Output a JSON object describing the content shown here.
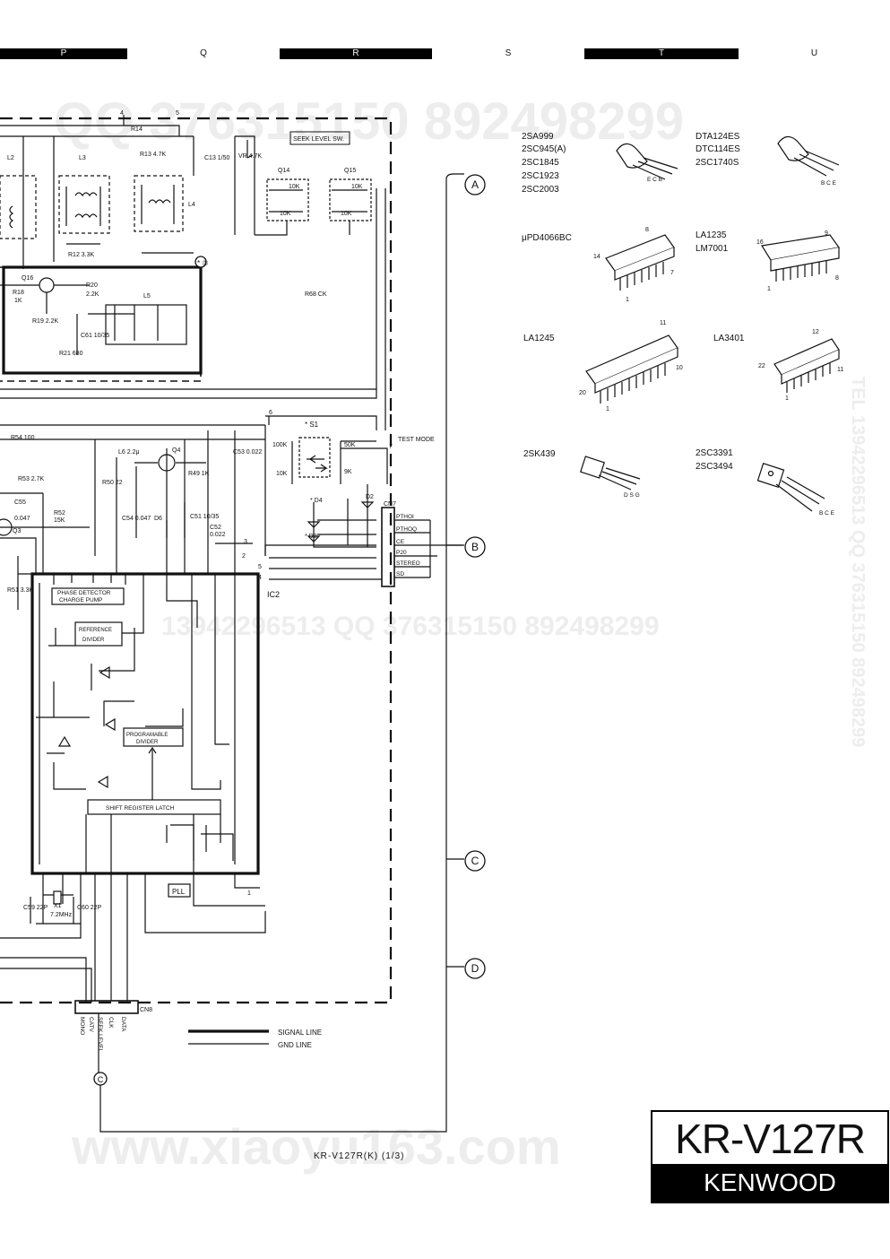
{
  "watermarks": {
    "top": "QQ 376315150  892498299",
    "middle": "13942296513  QQ 376315150 892498299",
    "bottom": "www.xiaoyu163.com",
    "vertical": "TEL 13942296513  QQ 376315150  892498299"
  },
  "column_letters": [
    "P",
    "Q",
    "R",
    "S",
    "T",
    "U"
  ],
  "labels": {
    "seek_level_sw": "SEEK LEVEL SW.",
    "test_mode": "TEST MODE",
    "ic2": "IC2",
    "pll": "PLL",
    "phase_detector": "PHASE DETECTOR",
    "charge_pump": "CHARGE PUMP",
    "reference": "REFERENCE",
    "divider": "DIVIDER",
    "programable": "PROGRAMABLE",
    "prog_divider": "DIVIDER",
    "shift_register": "SHIFT REGISTER LATCH",
    "cn7": "CN7",
    "cn8": "CN8",
    "q14": "Q14",
    "q15": "Q15",
    "q16": "Q16",
    "q4": "Q4",
    "q3": "Q3",
    "l2": "L2",
    "l3": "L3",
    "l4": "L4",
    "l5": "L5",
    "r14": "R14",
    "r13": "R13 4.7K",
    "r12": "R12  3.3K",
    "r18": "R18",
    "r18v": "1K",
    "r20": "R20",
    "r20v": "2.2K",
    "r19": "R19 2.2K",
    "r21": "R21 680",
    "r68": "R68 CK",
    "r54": "R54 100",
    "r53": "R53 2.7K",
    "r52": "R52",
    "r52v": "15K",
    "r50": "R50 22",
    "r49": "R49 1K",
    "r51": "R51 3.3K",
    "c13": "C13 1/50",
    "c61": "C61 10/35",
    "c53": "C53 0.022",
    "c55": "C55",
    "c55v": "0.047",
    "c54": "C54 0.047",
    "c51": "C51 10/35",
    "c52": "C52",
    "c52v": "0.022",
    "c59": "C59 22P",
    "c60": "C60 22P",
    "l6": "L6 2.2μ",
    "d6": "D6",
    "vr": "VR 4.7K",
    "k10a": "10K",
    "k10b": "10K",
    "k10c": "10K",
    "k10d": "10K",
    "s1": "* S1",
    "k100": "100K",
    "k10e": "10K",
    "k50": "50K",
    "k9": "9K",
    "d4": "* D4",
    "d3": "* D3",
    "d2": "D2",
    "x1": "X1",
    "x1v": "7.2MHz",
    "ci": "* ①",
    "cn7_pins": [
      "PTHOI",
      "PTHOQ",
      "CE",
      "P20",
      "STEREO",
      "SD"
    ],
    "cn8_pins": [
      "MONO",
      "CATV",
      "SEEK LEVEL",
      "CLK",
      "DATA"
    ],
    "signal_line": "SIGNAL LINE",
    "gnd_line": "GND LINE",
    "node_a": "A",
    "node_b": "B",
    "node_c": "C",
    "node_d": "D",
    "nums": [
      "4",
      "5",
      "6",
      "7",
      "3",
      "1",
      "2",
      "5",
      "4",
      "1",
      "2"
    ]
  },
  "parts": {
    "p1": [
      "2SA999",
      "2SC945(A)",
      "2SC1845",
      "2SC1923",
      "2SC2003"
    ],
    "p1_pins": "E C B",
    "p2": [
      "DTA124ES",
      "DTC114ES",
      "2SC1740S"
    ],
    "p2_pins": "B C E",
    "p3": "μPD4066BC",
    "p3_pins": [
      "14",
      "8",
      "7",
      "1"
    ],
    "p4": [
      "LA1235",
      "LM7001"
    ],
    "p4_pins": [
      "16",
      "9",
      "8",
      "1"
    ],
    "p5": "LA1245",
    "p5_pins": [
      "11",
      "10",
      "20",
      "1"
    ],
    "p6": "LA3401",
    "p6_pins": [
      "12",
      "22",
      "11",
      "1"
    ],
    "p7": "2SK439",
    "p7_pins": "D S G",
    "p8": [
      "2SC3391",
      "2SC3494"
    ],
    "p8_pins": "B C E"
  },
  "footer": {
    "ref": "KR-V127R(K) (1/3)",
    "model": "KR-V127R",
    "brand": "KENWOOD"
  }
}
